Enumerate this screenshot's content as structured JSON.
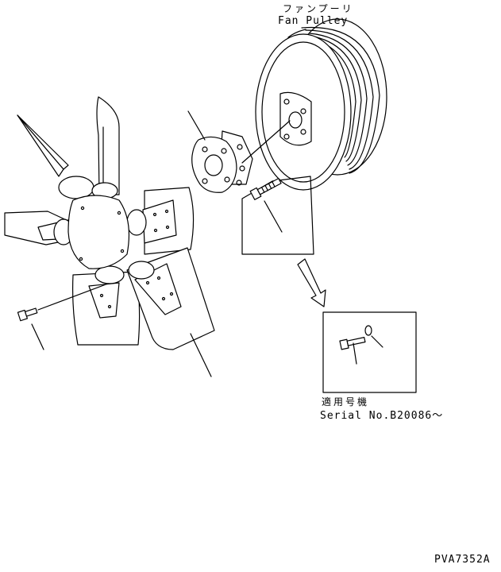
{
  "labels": {
    "fan_pulley_jp": "ファンプーリ",
    "fan_pulley_en": "Fan Pulley",
    "applicable_jp": "適用号機",
    "serial": "Serial No.B20086～",
    "drawing_code": "PVA7352A"
  }
}
